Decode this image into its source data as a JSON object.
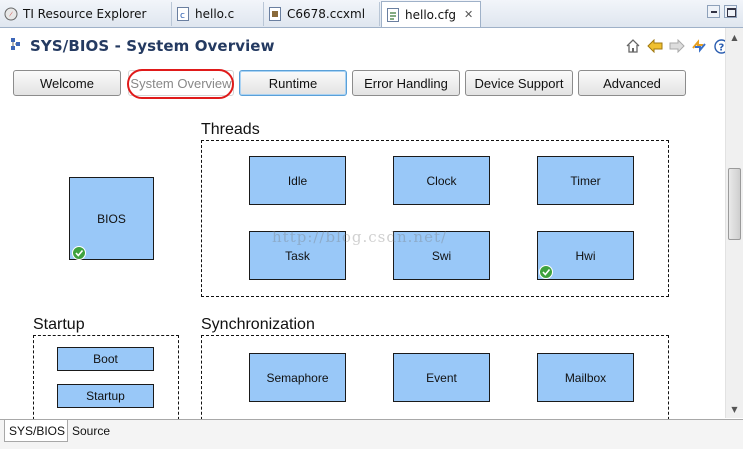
{
  "tabs": [
    {
      "label": "TI Resource Explorer",
      "icon": "compass-icon"
    },
    {
      "label": "hello.c",
      "icon": "c-file-icon"
    },
    {
      "label": "C6678.ccxml",
      "icon": "target-config-icon"
    },
    {
      "label": "hello.cfg",
      "icon": "cfg-file-icon",
      "close": "✕"
    }
  ],
  "page": {
    "title": "SYS/BIOS - System Overview"
  },
  "toolbar_icons": [
    "home-icon",
    "back-icon",
    "forward-icon",
    "sync-icon",
    "help-icon"
  ],
  "nav_buttons": [
    {
      "label": "Welcome"
    },
    {
      "label": "System Overview"
    },
    {
      "label": "Runtime"
    },
    {
      "label": "Error Handling"
    },
    {
      "label": "Device Support"
    },
    {
      "label": "Advanced"
    }
  ],
  "sections": {
    "threads": "Threads",
    "startup": "Startup",
    "synchronization": "Synchronization"
  },
  "modules": {
    "bios": "BIOS",
    "idle": "Idle",
    "clock": "Clock",
    "timer": "Timer",
    "task": "Task",
    "swi": "Swi",
    "hwi": "Hwi",
    "boot": "Boot",
    "startup": "Startup",
    "semaphore": "Semaphore",
    "event": "Event",
    "mailbox": "Mailbox"
  },
  "watermark": "http://blog.csdn.net/",
  "bottom_tabs": [
    {
      "label": "SYS/BIOS"
    },
    {
      "label": "Source"
    }
  ],
  "colors": {
    "module_fill": "#99c8f8",
    "title": "#243a61",
    "annotation": "#e01a1a",
    "ok_check": "#3ea23e"
  }
}
